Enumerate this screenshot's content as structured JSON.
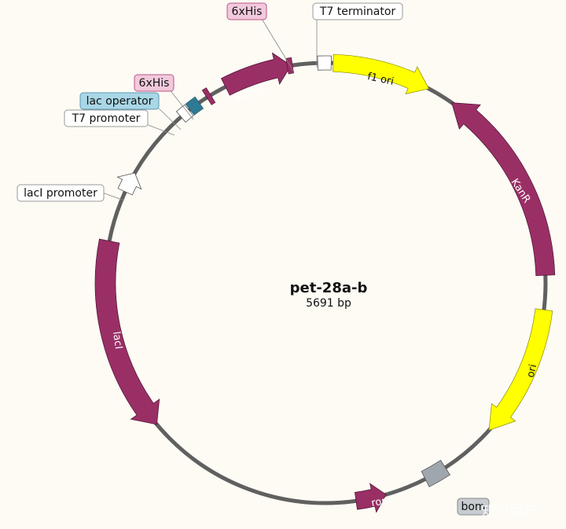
{
  "plasmid": {
    "name": "pet-28a-b",
    "size_label": "5691 bp"
  },
  "colors": {
    "backbone": "#606060",
    "cds": "#9a2f66",
    "origin": "#ffff00",
    "promoter": "#ffffff",
    "operator": "#2e7a95",
    "misc": "#a0a6ad",
    "tag_label_bg": "#f2c9dc",
    "operator_label_bg": "#a9d7e6"
  },
  "features": {
    "sumo": "SUMO",
    "f1_ori": "f1 ori",
    "kanr": "KanR",
    "ori": "ori",
    "laci": "lacI",
    "rop": "rop"
  },
  "labels": {
    "his_top": "6xHis",
    "t7_terminator": "T7 terminator",
    "his_left": "6xHis",
    "lac_operator": "lac operator",
    "t7_promoter": "T7 promoter",
    "laci_promoter": "lacI promoter",
    "bom": "bom"
  },
  "watermark": "知乎用户"
}
